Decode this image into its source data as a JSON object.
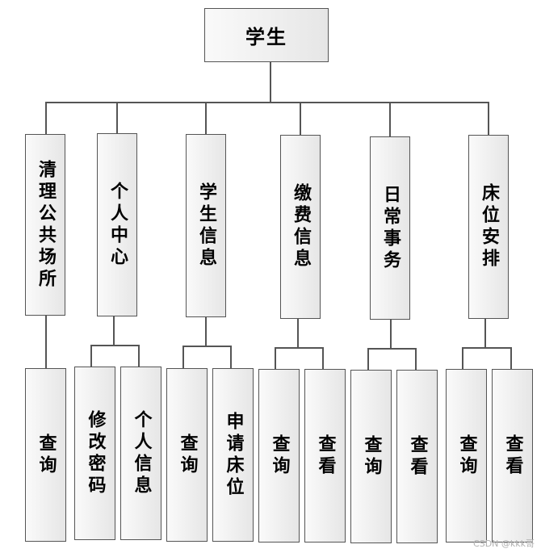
{
  "root": {
    "label": "学生"
  },
  "modules": [
    {
      "label": "清理公共场所",
      "children": [
        "查询"
      ]
    },
    {
      "label": "个人中心",
      "children": [
        "修改密码",
        "个人信息"
      ]
    },
    {
      "label": "学生信息",
      "children": [
        "查询",
        "申请床位"
      ]
    },
    {
      "label": "缴费信息",
      "children": [
        "查询",
        "查看"
      ]
    },
    {
      "label": "日常事务",
      "children": [
        "查询",
        "查看"
      ]
    },
    {
      "label": "床位安排",
      "children": [
        "查询",
        "查看"
      ]
    }
  ],
  "watermark": "CSDN @kkk哥"
}
